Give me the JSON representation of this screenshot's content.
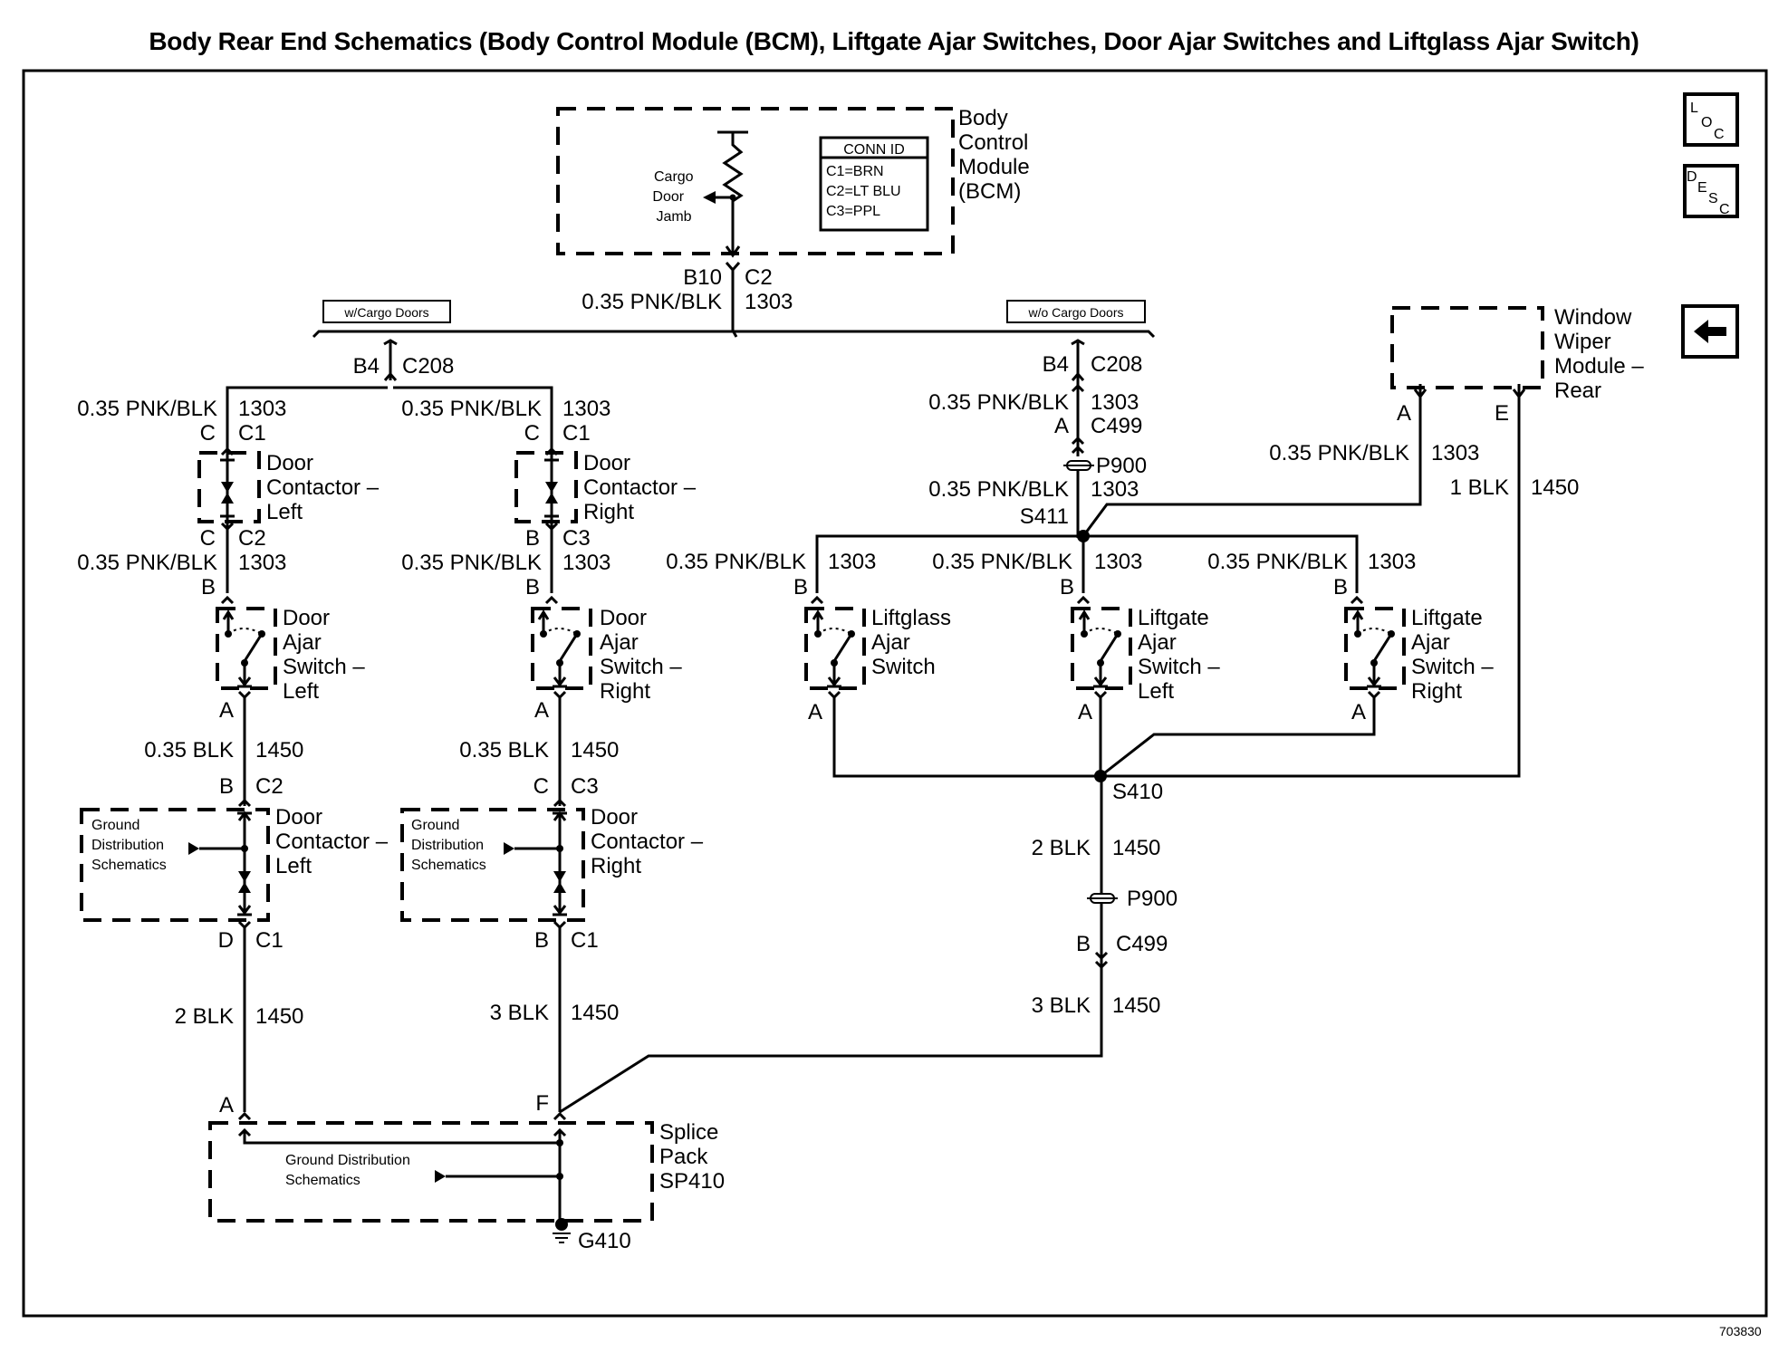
{
  "title": "Body Rear End Schematics (Body Control Module (BCM), Liftgate Ajar Switches, Door Ajar Switches and Liftglass Ajar Switch)",
  "document_number": "703830",
  "nav_icons": {
    "loc": {
      "label": "LOC",
      "letters": [
        "L",
        "O",
        "C"
      ],
      "icon": "location-icon"
    },
    "desc": {
      "label": "DESC",
      "letters": [
        "D",
        "E",
        "S",
        "C"
      ],
      "icon": "description-icon"
    },
    "back": {
      "icon": "back-arrow-icon"
    }
  },
  "bcm": {
    "name_lines": [
      "Body",
      "Control",
      "Module",
      "(BCM)"
    ],
    "internal_label": [
      "Cargo",
      "Door",
      "Jamb"
    ],
    "conn_id": {
      "header": "CONN ID",
      "rows": [
        "C1=BRN",
        "C2=LT BLU",
        "C3=PPL"
      ]
    },
    "pin": "B10",
    "connector": "C2",
    "wire": "0.35 PNK/BLK",
    "circuit": "1303"
  },
  "options": {
    "with_cargo": "w/Cargo Doors",
    "without_cargo": "w/o Cargo Doors"
  },
  "left_branch": {
    "c208_pin": "B4",
    "c208": "C208",
    "left": {
      "wire_top": "0.35 PNK/BLK",
      "circuit_top": "1303",
      "contactor_pin_in": "C",
      "contactor_conn_in": "C1",
      "contactor_name": [
        "Door",
        "Contactor –",
        "Left"
      ],
      "contactor_pin_out": "C",
      "contactor_conn_out": "C2",
      "wire_mid": "0.35 PNK/BLK",
      "circuit_mid": "1303",
      "switch_pin_in": "B",
      "switch_name": [
        "Door",
        "Ajar",
        "Switch –",
        "Left"
      ],
      "switch_pin_out": "A",
      "wire_gnd": "0.35 BLK",
      "circuit_gnd": "1450",
      "gc_pin_in": "B",
      "gc_conn_in": "C2",
      "ground_label": [
        "Ground",
        "Distribution",
        "Schematics"
      ],
      "gc_name": [
        "Door",
        "Contactor –",
        "Left"
      ],
      "gc_pin_out": "D",
      "gc_conn_out": "C1",
      "wire_bottom": "2 BLK",
      "circuit_bottom": "1450",
      "splice_pin": "A"
    },
    "right": {
      "wire_top": "0.35 PNK/BLK",
      "circuit_top": "1303",
      "contactor_pin_in": "C",
      "contactor_conn_in": "C1",
      "contactor_name": [
        "Door",
        "Contactor –",
        "Right"
      ],
      "contactor_pin_out": "B",
      "contactor_conn_out": "C3",
      "wire_mid": "0.35 PNK/BLK",
      "circuit_mid": "1303",
      "switch_pin_in": "B",
      "switch_name": [
        "Door",
        "Ajar",
        "Switch –",
        "Right"
      ],
      "switch_pin_out": "A",
      "wire_gnd": "0.35 BLK",
      "circuit_gnd": "1450",
      "gc_pin_in": "C",
      "gc_conn_in": "C3",
      "ground_label": [
        "Ground",
        "Distribution",
        "Schematics"
      ],
      "gc_name": [
        "Door",
        "Contactor –",
        "Right"
      ],
      "gc_pin_out": "B",
      "gc_conn_out": "C1",
      "wire_bottom": "3 BLK",
      "circuit_bottom": "1450",
      "splice_pin": "F"
    }
  },
  "splice_pack": {
    "name": [
      "Splice",
      "Pack",
      "SP410"
    ],
    "ground_label": [
      "Ground Distribution",
      "Schematics"
    ],
    "ground": "G410"
  },
  "right_branch": {
    "c208_pin": "B4",
    "c208": "C208",
    "wire_1": "0.35 PNK/BLK",
    "circuit_1": "1303",
    "c499_pin": "A",
    "c499": "C499",
    "p900": "P900",
    "wire_2": "0.35 PNK/BLK",
    "circuit_2": "1303",
    "splice_top": "S411",
    "switches": [
      {
        "wire": "0.35 PNK/BLK",
        "circuit": "1303",
        "pin_in": "B",
        "name": [
          "Liftglass",
          "Ajar",
          "Switch"
        ],
        "pin_out": "A"
      },
      {
        "wire": "0.35 PNK/BLK",
        "circuit": "1303",
        "pin_in": "B",
        "name": [
          "Liftgate",
          "Ajar",
          "Switch –",
          "Left"
        ],
        "pin_out": "A"
      },
      {
        "wire": "0.35 PNK/BLK",
        "circuit": "1303",
        "pin_in": "B",
        "name": [
          "Liftgate",
          "Ajar",
          "Switch –",
          "Right"
        ],
        "pin_out": "A"
      }
    ],
    "wiper": {
      "name": [
        "Window",
        "Wiper",
        "Module –",
        "Rear"
      ],
      "pin_a": "A",
      "pin_e": "E",
      "wire_a": "0.35 PNK/BLK",
      "circuit_a": "1303",
      "wire_e": "1 BLK",
      "circuit_e": "1450"
    },
    "splice_bottom": "S410",
    "wire_3": "2 BLK",
    "circuit_3": "1450",
    "p900_bottom": "P900",
    "c499_pin_b": "B",
    "c499_b": "C499",
    "wire_4": "3 BLK",
    "circuit_4": "1450"
  }
}
